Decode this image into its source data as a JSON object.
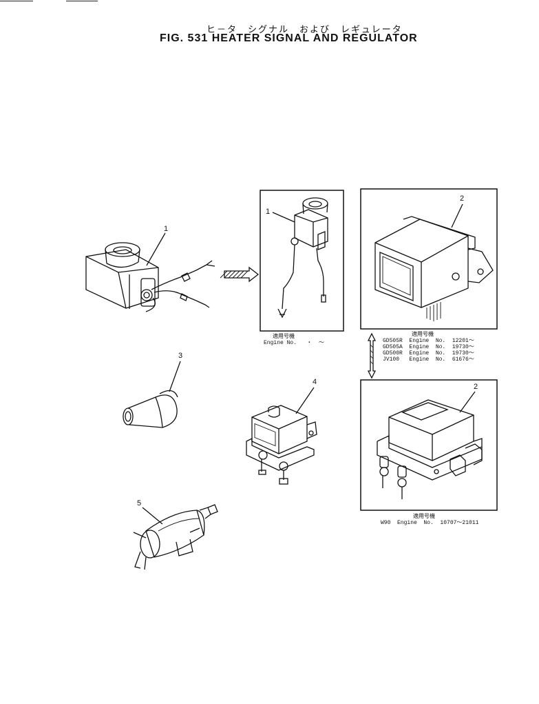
{
  "header": {
    "jp_title": "ヒ－タ　シグナル　および　レギュレータ",
    "title": "FIG. 531  HEATER SIGNAL AND REGULATOR"
  },
  "callouts": {
    "c1_main": "1",
    "c1_box": "1",
    "c2_top": "2",
    "c2_bottom": "2",
    "c3": "3",
    "c4": "4",
    "c5": "5"
  },
  "notes": {
    "box1_jp": "適用号機",
    "box1_engine": "Engine No.   ・  ～",
    "box2_jp": "適用号機",
    "box2_rows": [
      "GD505R  Engine  No.  12201～",
      "GD505A  Engine  No.  19730～",
      "GD500R  Engine  No.  19730～",
      "JV100   Engine  No.  61676～"
    ],
    "box3_jp": "適用号機",
    "box3_engine": "W90  Engine  No.  10707～21011"
  }
}
